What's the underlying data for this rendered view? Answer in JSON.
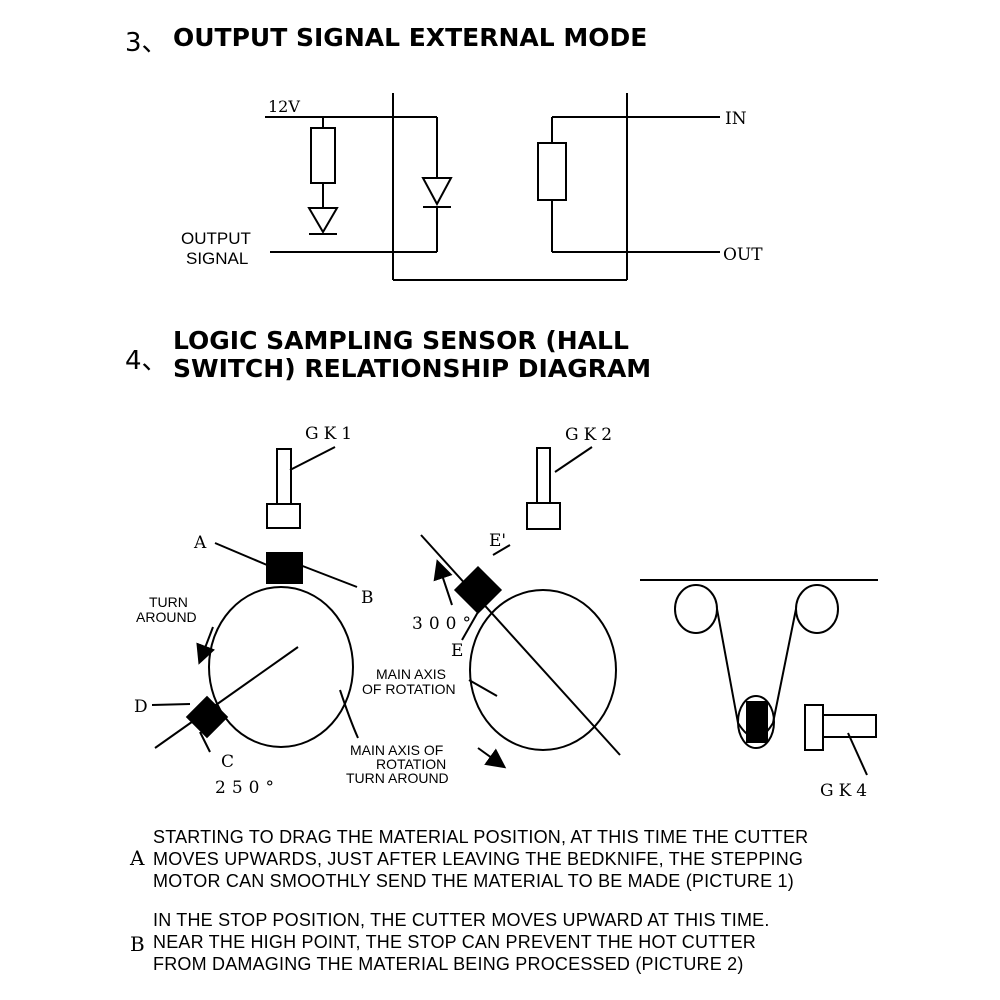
{
  "section3": {
    "number": "3、",
    "title": "OUTPUT SIGNAL EXTERNAL MODE"
  },
  "circuit": {
    "supply_label": "12V",
    "output_label_line1": "OUTPUT",
    "output_label_line2": "SIGNAL",
    "in_label": "IN",
    "out_label": "OUT"
  },
  "section4": {
    "number": "4、",
    "title_line1": "LOGIC SAMPLING SENSOR (HALL",
    "title_line2": "SWITCH) RELATIONSHIP DIAGRAM"
  },
  "diagram": {
    "sensor1": "GK1",
    "sensor2": "GK2",
    "sensor4": "GK4",
    "point_a": "A",
    "point_b": "B",
    "point_c": "C",
    "point_d": "D",
    "point_e": "E",
    "point_e_prime": "E'",
    "turn_around_1": "TURN",
    "turn_around_2": "AROUND",
    "angle1": "250°",
    "angle2": "300°",
    "axis_label_1": "MAIN AXIS",
    "axis_label_2": "OF ROTATION",
    "axis2_label_1": "MAIN AXIS OF",
    "axis2_label_2": "ROTATION",
    "axis2_label_3": "TURN AROUND"
  },
  "notes": [
    {
      "letter": "A",
      "lines": [
        "STARTING TO DRAG THE MATERIAL POSITION, AT THIS TIME THE CUTTER",
        "MOVES UPWARDS, JUST AFTER LEAVING THE BEDKNIFE, THE STEPPING",
        "MOTOR CAN SMOOTHLY SEND THE MATERIAL TO BE MADE (PICTURE 1)"
      ]
    },
    {
      "letter": "B",
      "lines": [
        "IN THE STOP POSITION, THE CUTTER MOVES UPWARD AT THIS TIME.",
        "NEAR THE HIGH POINT, THE STOP CAN PREVENT THE HOT CUTTER",
        "FROM DAMAGING THE MATERIAL BEING PROCESSED (PICTURE 2)"
      ]
    }
  ]
}
